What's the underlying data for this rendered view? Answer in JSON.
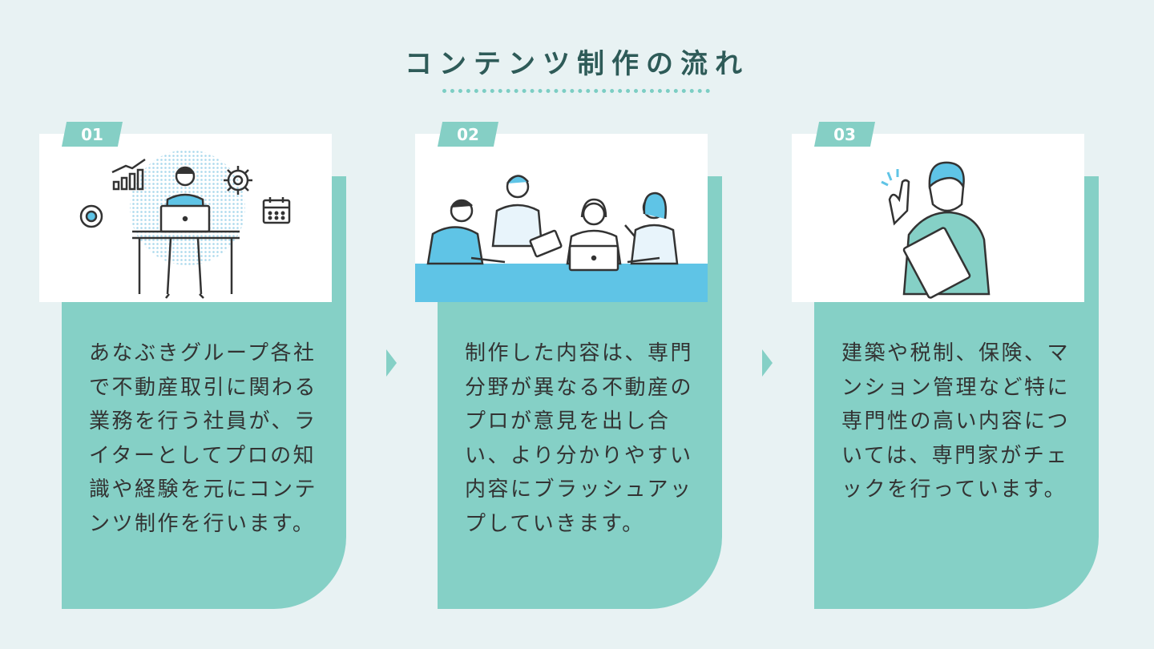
{
  "title": "コンテンツ制作の流れ",
  "steps": [
    {
      "number": "01",
      "text": "あなぶきグループ各社で不動産取引に関わる業務を行う社員が、ライターとしてプロの知識や経験を元にコンテンツ制作を行います。",
      "illustration": "person-working-on-laptop"
    },
    {
      "number": "02",
      "text": "制作した内容は、専門分野が異なる不動産のプロが意見を出し合い、より分かりやすい内容にブラッシュアップしていきます。",
      "illustration": "team-meeting"
    },
    {
      "number": "03",
      "text": "建築や税制、保険、マンション管理など特に専門性の高い内容については、専門家がチェックを行っています。",
      "illustration": "expert-with-clipboard"
    }
  ],
  "colors": {
    "accent": "#85d0c6",
    "title": "#2e5b58",
    "background": "#e8f2f3",
    "table": "#5fc4e6"
  }
}
